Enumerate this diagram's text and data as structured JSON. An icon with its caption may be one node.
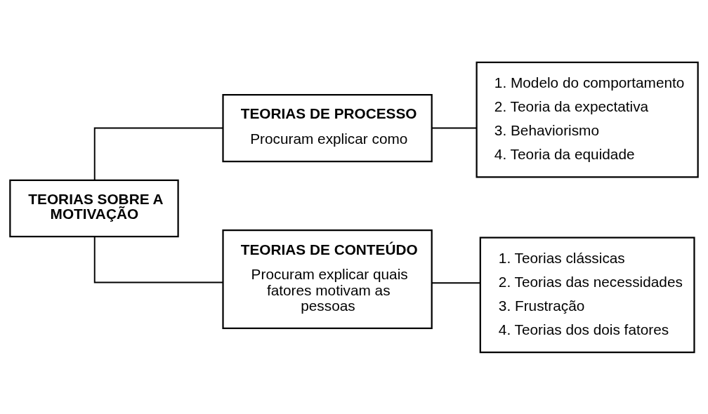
{
  "diagram": {
    "nodes": [
      {
        "text": [
          "TEORIAS SOBRE A MOTIVAÇÃO"
        ]
      },
      {
        "text": [
          "TEORIAS DE PROCESSO",
          "Procuram explicar como"
        ]
      },
      {
        "text": [
          "1. Modelo do comportamento",
          "2. Teoria da expectativa",
          "3. Behaviorismo",
          "4. Teoria da equidade"
        ]
      },
      {
        "text": [
          "TEORIAS DE CONTEÚDO",
          "Procuram explicar quais fatores motivam as pessoas"
        ]
      },
      {
        "text": [
          "1. Teorias clássicas",
          "2. Teorias das necessidades",
          "3. Frustração",
          "4. Teorias dos dois fatores"
        ]
      }
    ],
    "edges": [
      {
        "from": 0,
        "to": 1,
        "arrow": "none"
      },
      {
        "from": 1,
        "to": 2,
        "arrow": "none"
      },
      {
        "from": 0,
        "to": 3,
        "arrow": "none"
      },
      {
        "from": 3,
        "to": 4,
        "arrow": "none"
      }
    ]
  }
}
